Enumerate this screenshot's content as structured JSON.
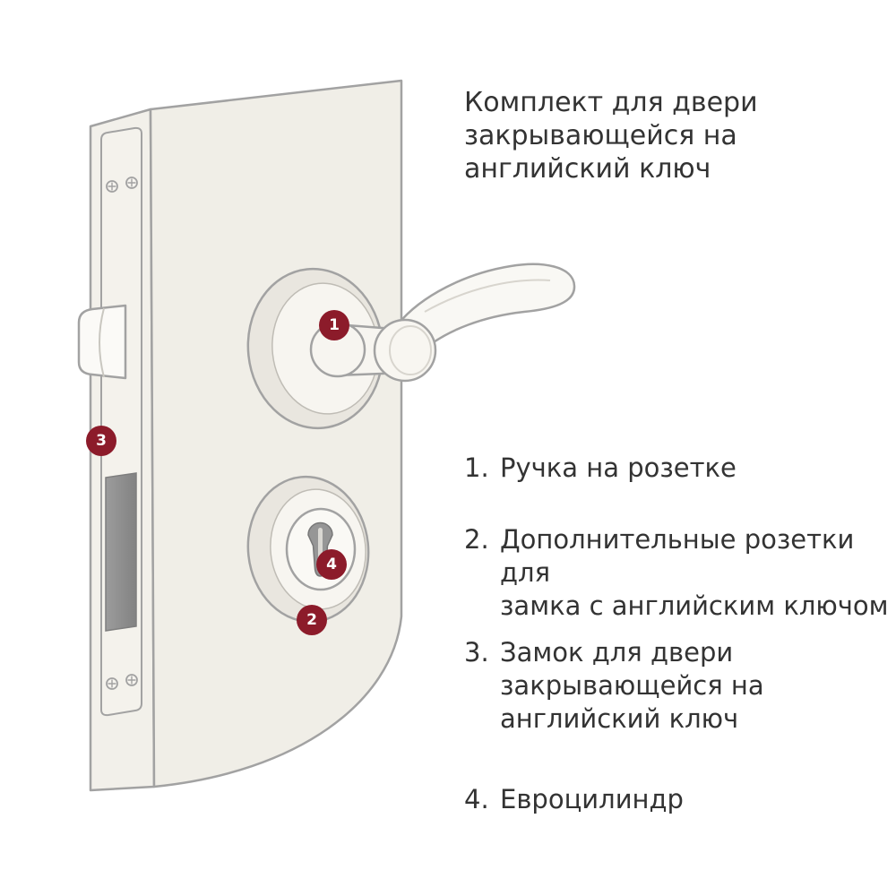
{
  "title": "Комплект для двери закрывающейся на английский ключ",
  "title_lines": [
    "Комплект для двери",
    "закрывающейся на",
    "английский ключ"
  ],
  "legend": [
    {
      "num": "1.",
      "text": "Ручка на розетке",
      "lines": [
        "Ручка на розетке"
      ]
    },
    {
      "num": "2.",
      "text": "Дополнительные розетки для замка с английским ключом",
      "lines": [
        "Дополнительные розетки для",
        "замка с английским ключом"
      ]
    },
    {
      "num": "3.",
      "text": "Замок для двери закрывающейся на английский ключ",
      "lines": [
        "Замок для двери",
        "закрывающейся на",
        "английский ключ"
      ]
    },
    {
      "num": "4.",
      "text": "Евроцилиндр",
      "lines": [
        "Евроцилиндр"
      ]
    }
  ],
  "markers": {
    "m1": "1",
    "m2": "2",
    "m3": "3",
    "m4": "4"
  },
  "colors": {
    "marker_red": "#8C1B2A",
    "door_fill": "#F0EEE7",
    "outline_gray": "#A2A2A2",
    "lock_body_gray": "#909090",
    "text": "#333333"
  }
}
